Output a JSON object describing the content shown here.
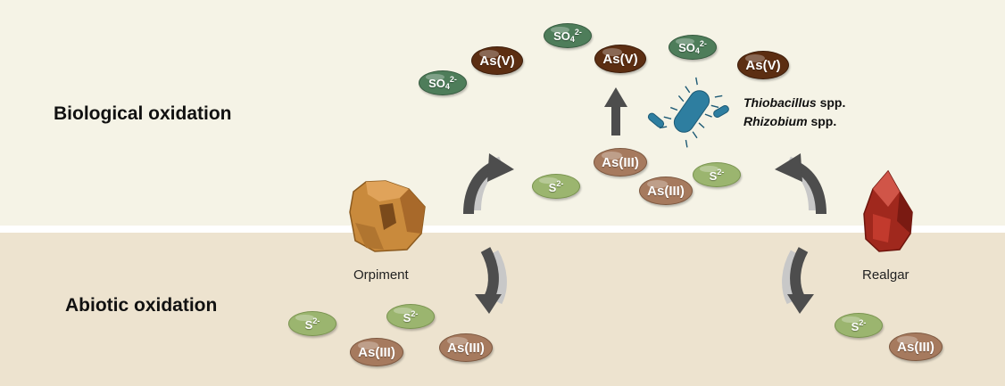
{
  "zones": {
    "biological": "Biological oxidation",
    "abiotic": "Abiotic oxidation"
  },
  "minerals": {
    "orpiment": "Orpiment",
    "realgar": "Realgar"
  },
  "bacteria": {
    "genus1": "Thiobacillus",
    "genus2": "Rhizobium",
    "suffix": "spp."
  },
  "species": {
    "as5": "As(V)",
    "as3": "As(III)",
    "s2_base": "S",
    "s2_charge": "2-",
    "so4_base": "SO",
    "so4_sub": "4",
    "so4_charge": "2-"
  },
  "colors": {
    "upper_bg": "#f5f3e6",
    "lower_bg": "#ede3cf",
    "arrow": "#4d4d4d",
    "as5": "#5c2e12",
    "as3": "#a67a5e",
    "so4": "#4e7d5a",
    "s2": "#9bb56f",
    "orpiment": "#c98a3c",
    "realgar": "#a0281d",
    "bacteria": "#2e7ea0"
  }
}
